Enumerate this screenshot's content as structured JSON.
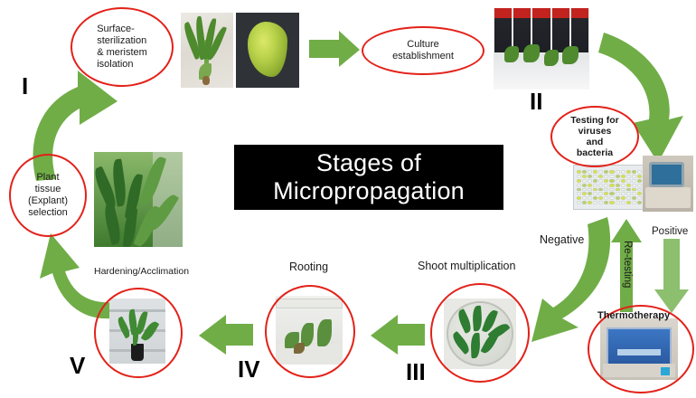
{
  "title": {
    "line1": "Stages of",
    "line2": "Micropropagation"
  },
  "colors": {
    "arrow_green": "#70AD47",
    "ellipse_red": "#E32119",
    "banner_background": "#000000",
    "banner_text": "#FFFFFF"
  },
  "stages": [
    {
      "id": "plant-tissue-selection",
      "numeral": "",
      "label": "Plant\ntissue\n(Explant)\nselection"
    },
    {
      "id": "surface-sterilization",
      "numeral": "I",
      "label": "Surface-\nsterilization\n& meristem\nisolation"
    },
    {
      "id": "culture-establishment",
      "numeral": "II",
      "label": "Culture\nestablishment"
    },
    {
      "id": "testing-viruses-bacteria",
      "numeral": "",
      "label": "Testing for\nviruses\nand\nbacteria"
    },
    {
      "id": "thermotherapy",
      "numeral": "",
      "label": "Thermotherapy"
    },
    {
      "id": "shoot-multiplication",
      "numeral": "III",
      "label": "Shoot multiplication"
    },
    {
      "id": "rooting",
      "numeral": "IV",
      "label": "Rooting"
    },
    {
      "id": "hardening-acclimation",
      "numeral": "V",
      "label": "Hardening/Acclimation"
    }
  ],
  "numerals": {
    "one": "I",
    "two": "II",
    "three": "III",
    "four": "IV",
    "five": "V"
  },
  "flow_labels": {
    "negative": "Negative",
    "positive": "Positive",
    "retesting": "Re-testing"
  },
  "photos": [
    {
      "id": "plantlet-on-tissue",
      "caption": "plantlet on white tissue"
    },
    {
      "id": "meristem-explant",
      "caption": "isolated meristem explant"
    },
    {
      "id": "culture-tubes",
      "caption": "culture tubes with shoots"
    },
    {
      "id": "elisa-microplate",
      "caption": "ELISA microplate"
    },
    {
      "id": "lab-instrument",
      "caption": "thermocycler instrument"
    },
    {
      "id": "mother-plants-field",
      "caption": "mother plants"
    },
    {
      "id": "acclimated-plant",
      "caption": "acclimated plant in pot"
    },
    {
      "id": "rooting-jar",
      "caption": "rooting jar"
    },
    {
      "id": "shoot-multiplication-dish",
      "caption": "shoot multiplication dish"
    },
    {
      "id": "thermotherapy-chamber",
      "caption": "thermotherapy chamber"
    }
  ]
}
